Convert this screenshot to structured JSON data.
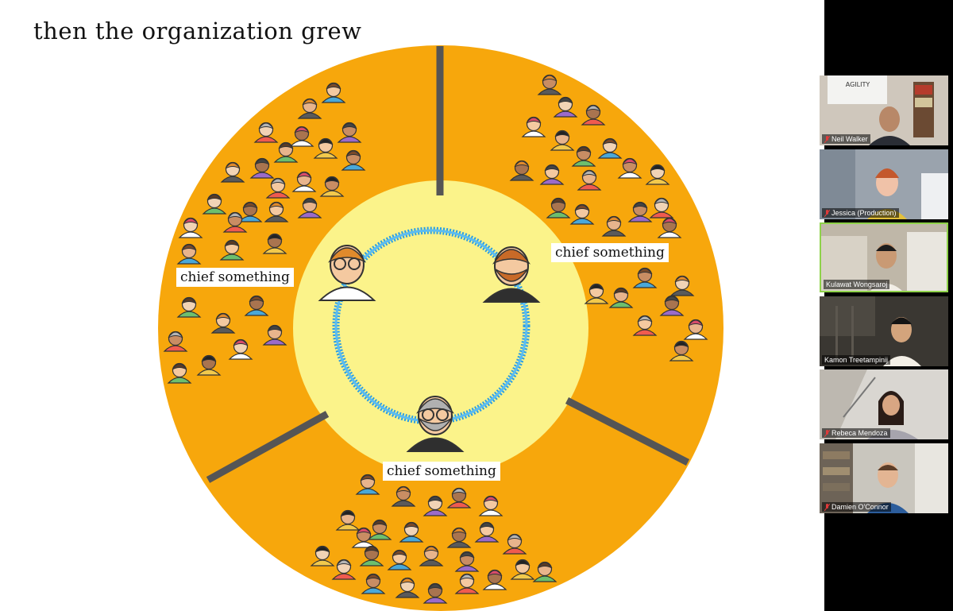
{
  "slide": {
    "title": "then the organization grew",
    "chief_labels": [
      "chief something",
      "chief something",
      "chief something"
    ]
  },
  "participants": [
    {
      "name": "Neil Walker",
      "muted": true,
      "scene": "bookshelf",
      "whiteboard_text": "AGILITY"
    },
    {
      "name": "Jessica (Production)",
      "muted": true,
      "scene": "room"
    },
    {
      "name": "Kulawat Wongsaroj",
      "muted": false,
      "scene": "office",
      "active_speaker": true
    },
    {
      "name": "Kamon Treetampinij",
      "muted": false,
      "scene": "dark"
    },
    {
      "name": "Rebeca Mendoza",
      "muted": true,
      "scene": "stairs"
    },
    {
      "name": "Damien O'Connor",
      "muted": true,
      "scene": "shelf"
    }
  ],
  "colors": {
    "outer_ring": "#f7a70c",
    "inner_circle": "#fbf38a",
    "blue_ring": "#2b9ee3",
    "divider": "#555555",
    "active_border": "#8fd24a",
    "mute_red": "#e03a3a"
  }
}
